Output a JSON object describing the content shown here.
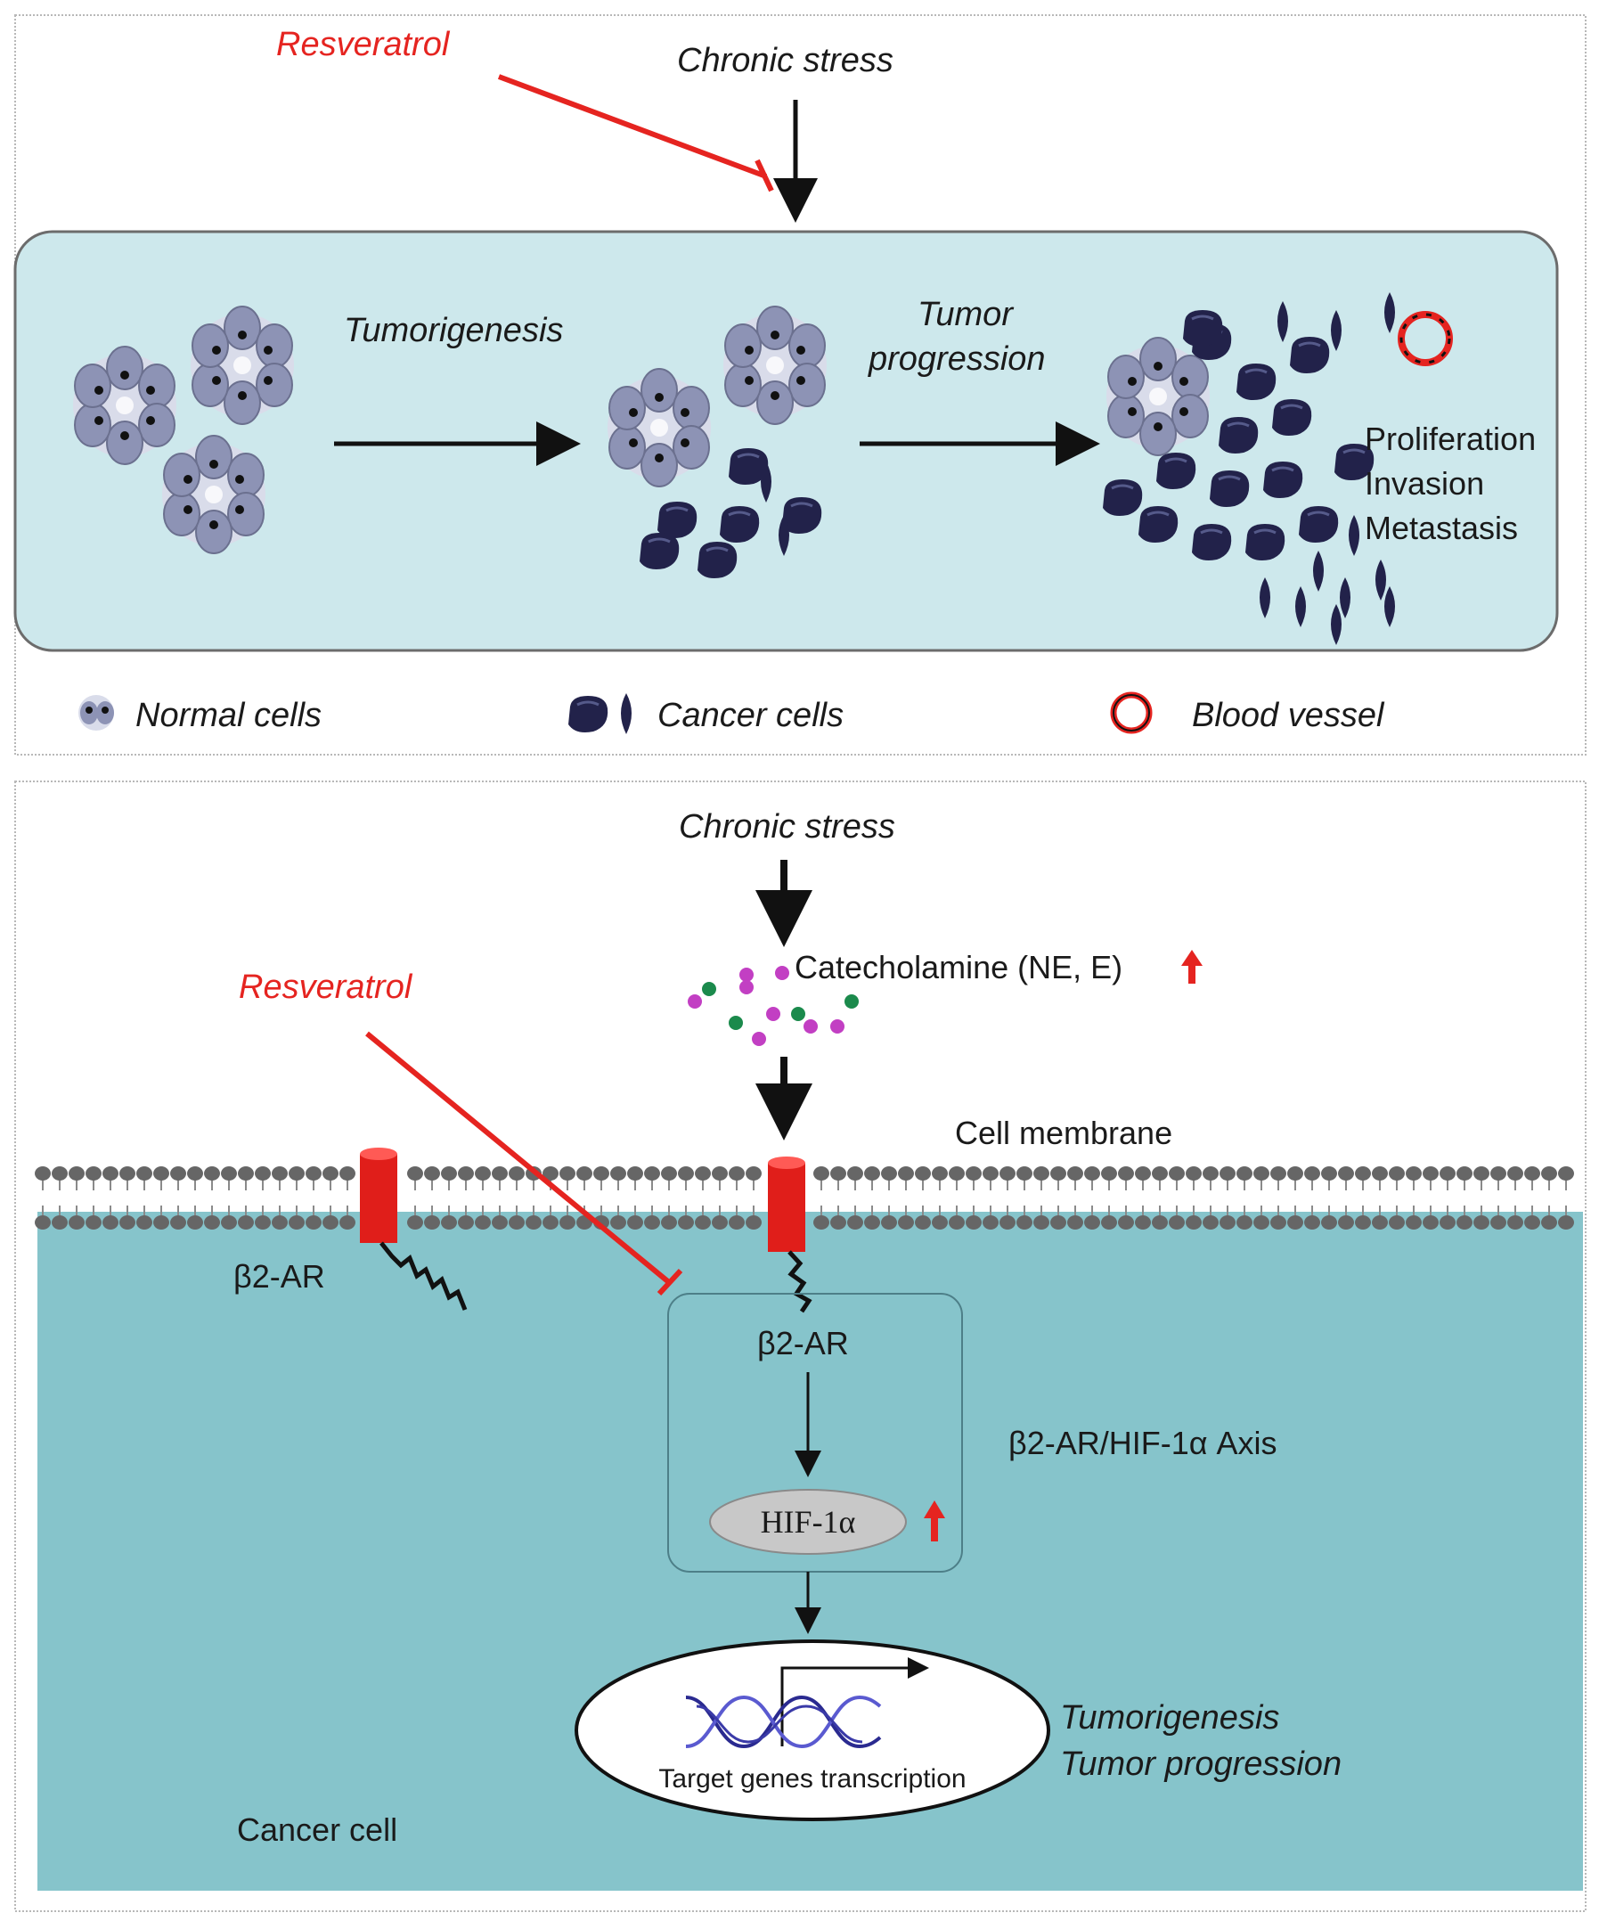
{
  "top_panel": {
    "inhibitor": "Resveratrol",
    "stimulus": "Chronic stress",
    "arrow1_label": "Tumorigenesis",
    "arrow2_label_line1": "Tumor",
    "arrow2_label_line2": "progression",
    "outcomes": [
      "Proliferation",
      "Invasion",
      "Metastasis"
    ],
    "legend": {
      "normal": "Normal cells",
      "cancer": "Cancer cells",
      "vessel": "Blood vessel"
    }
  },
  "bottom_panel": {
    "stimulus": "Chronic stress",
    "catecholamine": "Catecholamine (NE, E)",
    "inhibitor": "Resveratrol",
    "membrane": "Cell membrane",
    "receptor_left": "β2-AR",
    "receptor_center": "β2-AR",
    "hif": "HIF-1α",
    "axis": "β2-AR/HIF-1α Axis",
    "nucleus": "Target genes transcription",
    "outcome1": "Tumorigenesis",
    "outcome2": "Tumor progression",
    "cell": "Cancer cell"
  },
  "colors": {
    "inhibit_red": "#e52420",
    "top_box_fill": "#cde8ec",
    "cytoplasm": "#86c4cb",
    "cancer_cell": "#22224a",
    "normal_cell": "#8d93b5",
    "receptor": "#e01e1a",
    "dna": "#3a3aa8"
  }
}
